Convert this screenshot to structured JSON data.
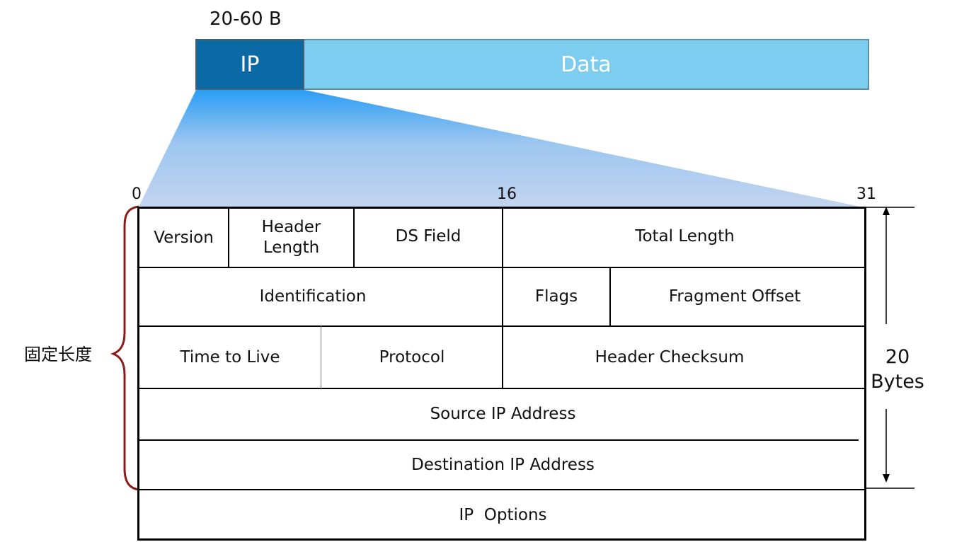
{
  "packet": {
    "size_label": "20-60 B",
    "ip_label": "IP",
    "data_label": "Data",
    "colors": {
      "ip": "#0b6aa5",
      "data": "#7dcdf0",
      "zoom_gradient_top": "#2a9df5",
      "zoom_gradient_bottom": "#c3d4ef"
    }
  },
  "bits": {
    "start": "0",
    "middle": "16",
    "end": "31"
  },
  "fields": {
    "version": "Version",
    "header_length_line1": "Header",
    "header_length_line2": "Length",
    "ds_field": "DS Field",
    "total_length": "Total Length",
    "identification": "Identification",
    "flags": "Flags",
    "fragment_offset": "Fragment Offset",
    "ttl": "Time to Live",
    "protocol": "Protocol",
    "header_checksum": "Header Checksum",
    "source_ip": "Source IP Address",
    "destination_ip": "Destination IP Address",
    "ip_options": "IP  Options"
  },
  "annotations": {
    "fixed_length": "固定长度",
    "bytes_value": "20",
    "bytes_unit": "Bytes",
    "brace_color": "#8b1a1a"
  }
}
